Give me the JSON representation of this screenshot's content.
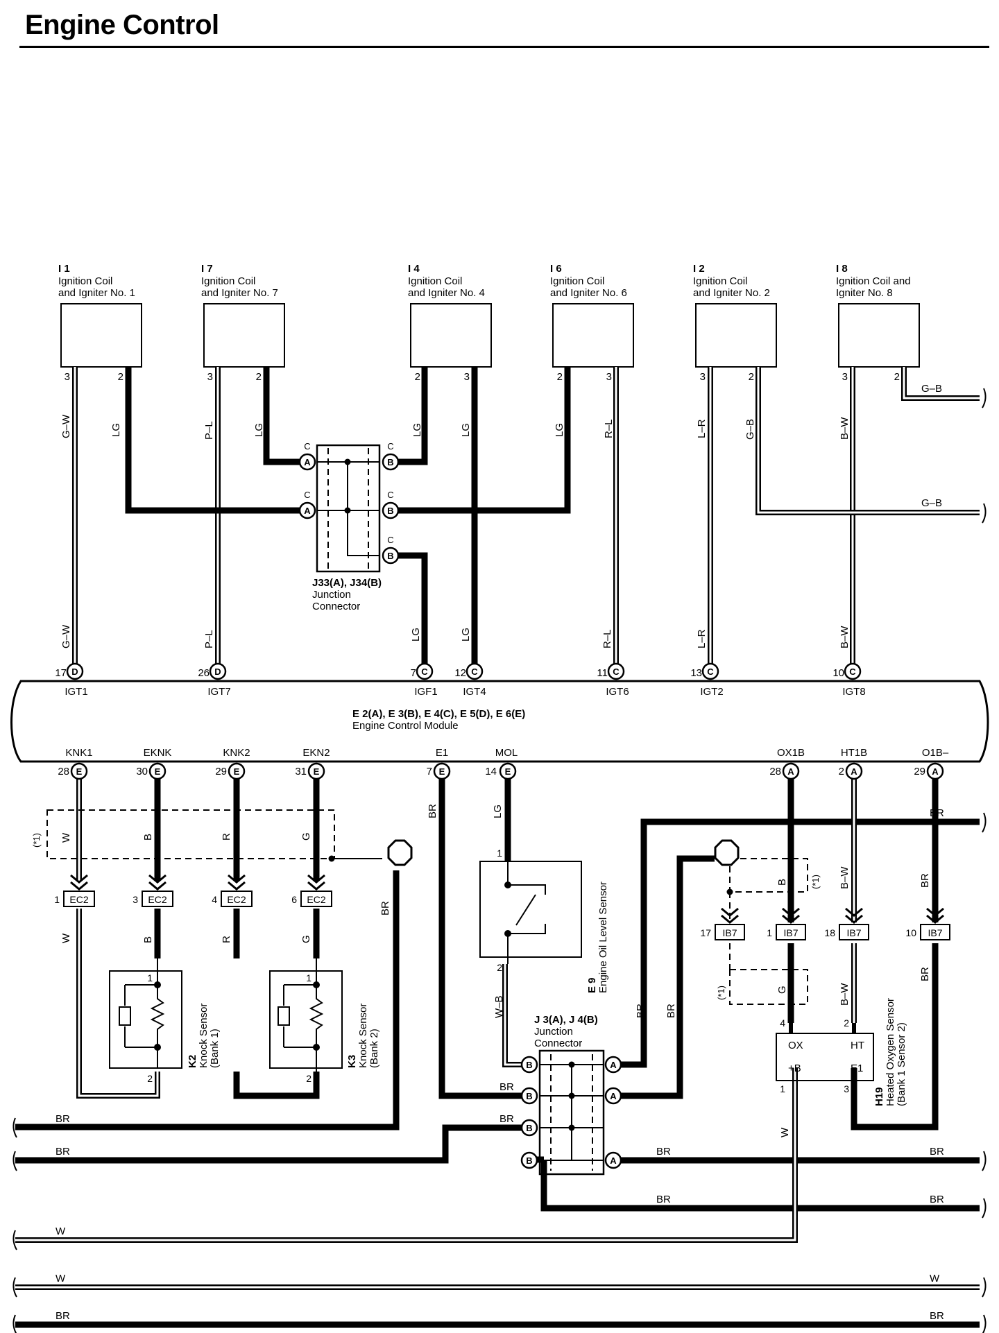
{
  "page_title": "Engine Control",
  "components": [
    {
      "code": "I 1",
      "name_l1": "Ignition Coil",
      "name_l2": "and Igniter No. 1"
    },
    {
      "code": "I 7",
      "name_l1": "Ignition Coil",
      "name_l2": "and Igniter No. 7"
    },
    {
      "code": "I 4",
      "name_l1": "Ignition Coil",
      "name_l2": "and Igniter No. 4"
    },
    {
      "code": "I 6",
      "name_l1": "Ignition Coil",
      "name_l2": "and Igniter No. 6"
    },
    {
      "code": "I 2",
      "name_l1": "Ignition Coil",
      "name_l2": "and Igniter No. 2"
    },
    {
      "code": "I 8",
      "name_l1": "Ignition Coil and",
      "name_l2": "Igniter No. 8"
    }
  ],
  "coil_pins": [
    {
      "pin": "3",
      "wire": "G–W"
    },
    {
      "pin": "2",
      "wire": "LG"
    },
    {
      "pin": "3",
      "wire": "P–L"
    },
    {
      "pin": "2",
      "wire": "LG"
    },
    {
      "pin": "2",
      "wire": "LG"
    },
    {
      "pin": "3",
      "wire": "LG"
    },
    {
      "pin": "2",
      "wire": "LG"
    },
    {
      "pin": "3",
      "wire": "R–L"
    },
    {
      "pin": "3",
      "wire": "L–R"
    },
    {
      "pin": "2",
      "wire": "G–B"
    },
    {
      "pin": "3",
      "wire": "B–W"
    },
    {
      "pin": "2",
      "wire": "G–B"
    }
  ],
  "j33": {
    "label_l1": "J33(A), J34(B)",
    "label_l2": "Junction",
    "label_l3": "Connector",
    "pins": [
      "A",
      "B",
      "A",
      "B",
      "B"
    ],
    "c_marks": [
      "C",
      "C",
      "C",
      "C",
      "C"
    ]
  },
  "ecm": {
    "title": "E 2(A), E 3(B), E 4(C), E 5(D), E 6(E)",
    "subtitle": "Engine Control Module",
    "top_terminals": [
      {
        "num": "17",
        "conn": "D",
        "name": "IGT1",
        "wire": "G–W"
      },
      {
        "num": "26",
        "conn": "D",
        "name": "IGT7",
        "wire": "P–L"
      },
      {
        "num": "7",
        "conn": "C",
        "name": "IGF1",
        "wire": "LG"
      },
      {
        "num": "12",
        "conn": "C",
        "name": "IGT4",
        "wire": "LG"
      },
      {
        "num": "11",
        "conn": "C",
        "name": "IGT6",
        "wire": "R–L"
      },
      {
        "num": "13",
        "conn": "C",
        "name": "IGT2",
        "wire": "L–R"
      },
      {
        "num": "10",
        "conn": "C",
        "name": "IGT8",
        "wire": "B–W"
      }
    ],
    "bottom_terminals": [
      {
        "num": "28",
        "conn": "E",
        "name": "KNK1",
        "wire": "W"
      },
      {
        "num": "30",
        "conn": "E",
        "name": "EKNK",
        "wire": "B"
      },
      {
        "num": "29",
        "conn": "E",
        "name": "KNK2",
        "wire": "R"
      },
      {
        "num": "31",
        "conn": "E",
        "name": "EKN2",
        "wire": "G"
      },
      {
        "num": "7",
        "conn": "E",
        "name": "E1",
        "wire": "BR"
      },
      {
        "num": "14",
        "conn": "E",
        "name": "MOL",
        "wire": "LG"
      },
      {
        "num": "28",
        "conn": "A",
        "name": "OX1B"
      },
      {
        "num": "2",
        "conn": "A",
        "name": "HT1B"
      },
      {
        "num": "29",
        "conn": "A",
        "name": "O1B–"
      }
    ]
  },
  "ec2": [
    {
      "pin": "1",
      "label": "EC2",
      "wire": "W"
    },
    {
      "pin": "3",
      "label": "EC2",
      "wire": "B"
    },
    {
      "pin": "4",
      "label": "EC2",
      "wire": "R"
    },
    {
      "pin": "6",
      "label": "EC2",
      "wire": "G"
    }
  ],
  "ib7": [
    {
      "pin": "17",
      "label": "IB7"
    },
    {
      "pin": "1",
      "label": "IB7"
    },
    {
      "pin": "18",
      "label": "IB7"
    },
    {
      "pin": "10",
      "label": "IB7"
    }
  ],
  "shield_note": "(*1)",
  "knock1": {
    "code": "K2",
    "name_l1": "Knock Sensor",
    "name_l2": "(Bank 1)",
    "pin_top": "1",
    "pin_bot": "2"
  },
  "knock2": {
    "code": "K3",
    "name_l1": "Knock Sensor",
    "name_l2": "(Bank 2)",
    "pin_top": "1",
    "pin_bot": "2"
  },
  "oil": {
    "code": "E 9",
    "name": "Engine Oil Level Sensor",
    "pin_top": "1",
    "pin_bot": "2",
    "wire_bot": "W–B"
  },
  "j3": {
    "label_l1": "J 3(A), J 4(B)",
    "label_l2": "Junction",
    "label_l3": "Connector",
    "pins": [
      "B",
      "A",
      "B",
      "A",
      "B",
      "B",
      "A"
    ]
  },
  "o2": {
    "code": "H19",
    "name_l1": "Heated Oxygen Sensor",
    "name_l2": "(Bank 1 Sensor 2)",
    "ox": "OX",
    "ht": "HT",
    "pb": "+B",
    "e1": "E1",
    "pin_ox": "4",
    "pin_ht": "2",
    "pin_pb": "1",
    "pin_e1": "3"
  },
  "wires": {
    "br": "BR",
    "w": "W",
    "gb": "G–B",
    "b": "B",
    "g": "G",
    "bw": "B–W",
    "r": "R",
    "lg": "LG"
  }
}
